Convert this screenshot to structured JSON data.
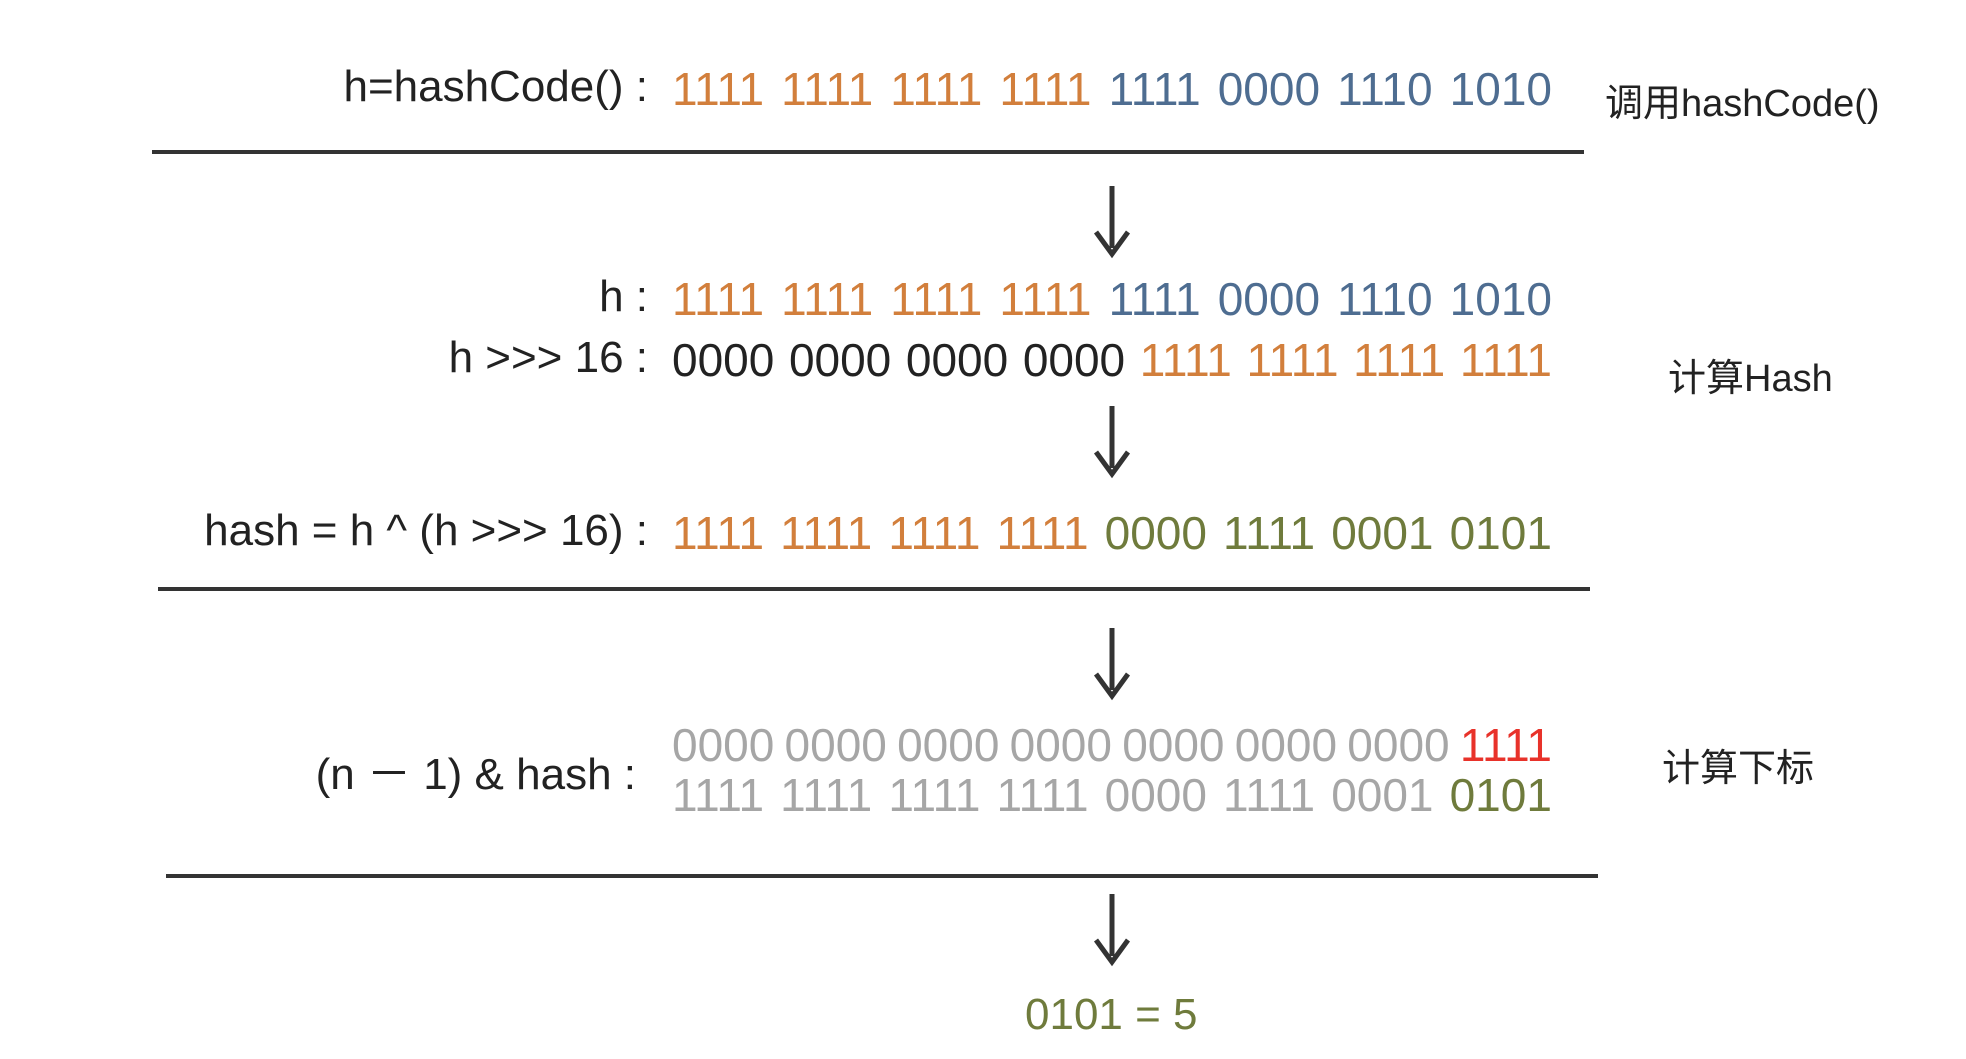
{
  "colors": {
    "orange": "#d27f3c",
    "blue": "#4e6d91",
    "black": "#222222",
    "green": "#6f7b3c",
    "gray": "#a6a6a6",
    "red": "#e8322a"
  },
  "rows": [
    {
      "label": "h=hashCode() :",
      "groups": [
        {
          "text": "1111",
          "color": "#d27f3c"
        },
        {
          "text": "1111",
          "color": "#d27f3c"
        },
        {
          "text": "1111",
          "color": "#d27f3c"
        },
        {
          "text": "1111",
          "color": "#d27f3c"
        },
        {
          "text": "1111",
          "color": "#4e6d91"
        },
        {
          "text": "0000",
          "color": "#4e6d91"
        },
        {
          "text": "1110",
          "color": "#4e6d91"
        },
        {
          "text": "1010",
          "color": "#4e6d91"
        }
      ]
    },
    {
      "label": "h :",
      "groups": [
        {
          "text": "1111",
          "color": "#d27f3c"
        },
        {
          "text": "1111",
          "color": "#d27f3c"
        },
        {
          "text": "1111",
          "color": "#d27f3c"
        },
        {
          "text": "1111",
          "color": "#d27f3c"
        },
        {
          "text": "1111",
          "color": "#4e6d91"
        },
        {
          "text": "0000",
          "color": "#4e6d91"
        },
        {
          "text": "1110",
          "color": "#4e6d91"
        },
        {
          "text": "1010",
          "color": "#4e6d91"
        }
      ]
    },
    {
      "label": "h >>> 16 :",
      "groups": [
        {
          "text": "0000",
          "color": "#222222"
        },
        {
          "text": "0000",
          "color": "#222222"
        },
        {
          "text": "0000",
          "color": "#222222"
        },
        {
          "text": "0000",
          "color": "#222222"
        },
        {
          "text": "1111",
          "color": "#d27f3c"
        },
        {
          "text": "1111",
          "color": "#d27f3c"
        },
        {
          "text": "1111",
          "color": "#d27f3c"
        },
        {
          "text": "1111",
          "color": "#d27f3c"
        }
      ]
    },
    {
      "label": "hash = h ^ (h >>> 16) :",
      "groups": [
        {
          "text": "1111",
          "color": "#d27f3c"
        },
        {
          "text": "1111",
          "color": "#d27f3c"
        },
        {
          "text": "1111",
          "color": "#d27f3c"
        },
        {
          "text": "1111",
          "color": "#d27f3c"
        },
        {
          "text": "0000",
          "color": "#6f7b3c"
        },
        {
          "text": "1111",
          "color": "#6f7b3c"
        },
        {
          "text": "0001",
          "color": "#6f7b3c"
        },
        {
          "text": "0101",
          "color": "#6f7b3c"
        }
      ]
    },
    {
      "label": "",
      "groups": [
        {
          "text": "0000",
          "color": "#a6a6a6"
        },
        {
          "text": "0000",
          "color": "#a6a6a6"
        },
        {
          "text": "0000",
          "color": "#a6a6a6"
        },
        {
          "text": "0000",
          "color": "#a6a6a6"
        },
        {
          "text": "0000",
          "color": "#a6a6a6"
        },
        {
          "text": "0000",
          "color": "#a6a6a6"
        },
        {
          "text": "0000",
          "color": "#a6a6a6"
        },
        {
          "text": "1111",
          "color": "#e8322a"
        }
      ]
    },
    {
      "label": "",
      "groups": [
        {
          "text": "1111",
          "color": "#a6a6a6"
        },
        {
          "text": "1111",
          "color": "#a6a6a6"
        },
        {
          "text": "1111",
          "color": "#a6a6a6"
        },
        {
          "text": "1111",
          "color": "#a6a6a6"
        },
        {
          "text": "0000",
          "color": "#a6a6a6"
        },
        {
          "text": "1111",
          "color": "#a6a6a6"
        },
        {
          "text": "0001",
          "color": "#a6a6a6"
        },
        {
          "text": "0101",
          "color": "#6f7b3c"
        }
      ]
    }
  ],
  "and_label": "(n － 1) & hash :",
  "side_labels": {
    "hashcode": "调用hashCode()",
    "compute_hash": "计算Hash",
    "compute_index": "计算下标"
  },
  "result": {
    "text": "0101 = 5",
    "color": "#6f7b3c"
  }
}
